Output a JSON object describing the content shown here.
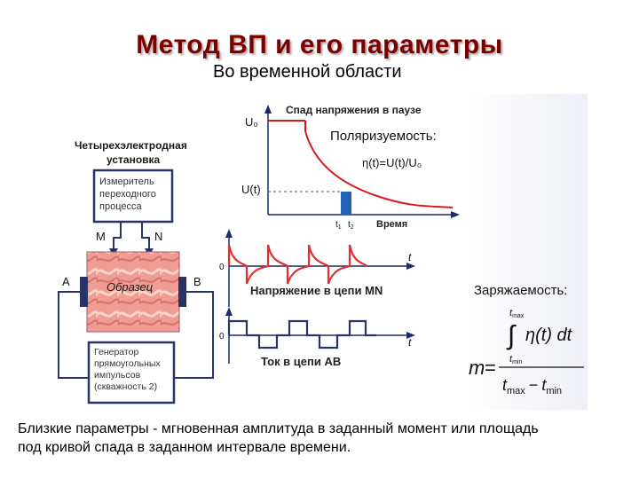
{
  "title": "Метод ВП и его параметры",
  "subtitle": "Во временной области",
  "setup": {
    "label_line1": "Четырехэлектродная",
    "label_line2": "установка",
    "meter_line1": "Измеритель",
    "meter_line2": "переходного",
    "meter_line3": "процесса",
    "electrode_m": "M",
    "electrode_n": "N",
    "electrode_a": "A",
    "electrode_b": "B",
    "sample_label": "Образец",
    "generator_line1": "Генератор",
    "generator_line2": "прямоугольных",
    "generator_line3": "импульсов",
    "generator_line4": "(скважность 2)"
  },
  "decay_plot": {
    "title": "Спад напряжения в паузе",
    "y_top": "U₀",
    "y_mid": "U(t)",
    "x_label": "Время",
    "t1": "t",
    "t1_sub": "1",
    "t2": "t",
    "t2_sub": "2",
    "polar_title": "Поляризуемость:",
    "polar_formula": "η(t)=U(t)/U₀"
  },
  "voltage_plot": {
    "zero": "0",
    "t": "t",
    "caption": "Напряжение в цепи MN"
  },
  "current_plot": {
    "zero": "0",
    "t": "t",
    "caption": "Ток в цепи AB"
  },
  "chargeability": {
    "title": "Заряжаемость:",
    "m": "m",
    "eq": "=",
    "int_upper": "t",
    "int_upper_sub": "max",
    "int_lower": "t",
    "int_lower_sub": "min",
    "integrand": "η(t) dt",
    "den_a": "t",
    "den_a_sub": "max",
    "den_minus": "−",
    "den_b": "t",
    "den_b_sub": "min"
  },
  "footer_line1": "Близкие параметры - мгновенная амплитуда в заданный момент или площадь",
  "footer_line2": "под кривой спада в заданном интервале времени.",
  "colors": {
    "title": "#7a0000",
    "curve": "#d8181e",
    "axis": "#1a2a6a",
    "wire": "#283466",
    "sample": "#e99890",
    "pulse": "#e03030"
  }
}
